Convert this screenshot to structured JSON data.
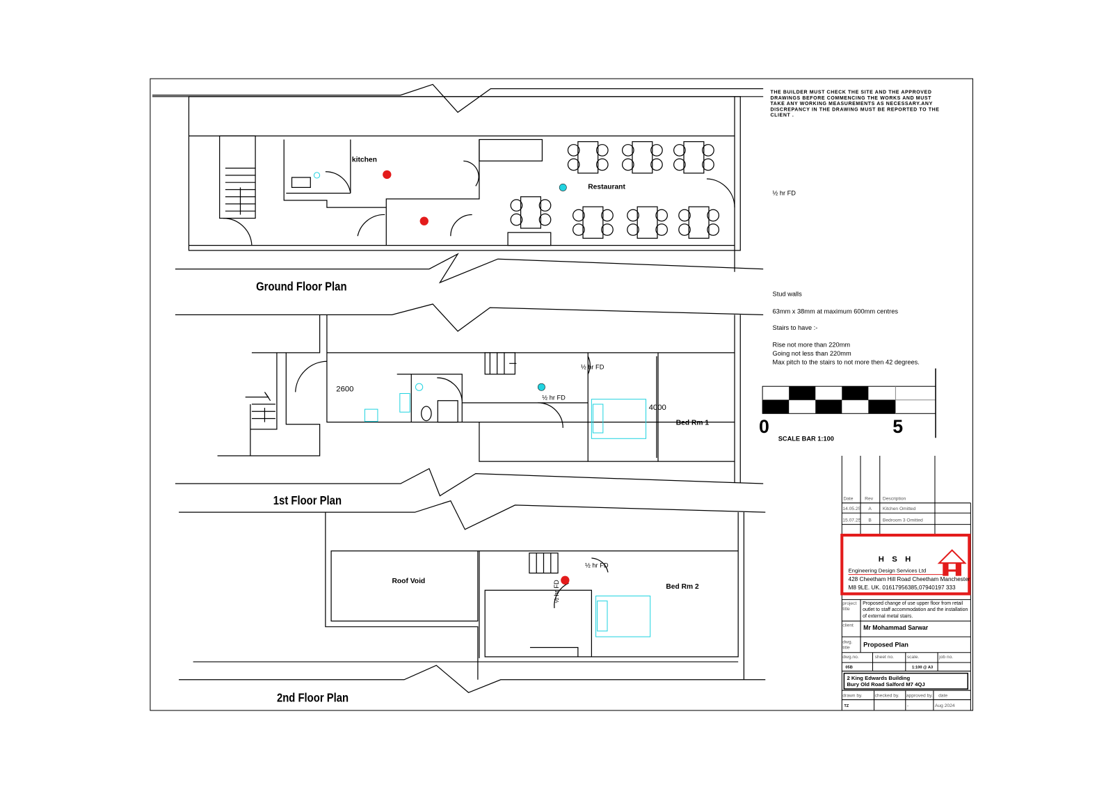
{
  "notes": {
    "builder_warning": [
      "THE BUILDER MUST CHECK THE SITE AND THE APPROVED",
      "DRAWINGS BEFORE COMMENCING THE WORKS AND MUST",
      "TAKE ANY WORKING MEASUREMENTS AS NECESSARY.ANY",
      "DISCREPANCY IN THE DRAWING MUST BE REPORTED TO THE",
      "CLIENT ."
    ],
    "stud_walls": "Stud walls",
    "stud_spec": "63mm x 38mm at maximum 600mm centres",
    "stairs_heading": "Stairs to have :-",
    "stairs_rise": "Rise not more than 220mm",
    "stairs_going": "Going not less than 220mm",
    "stairs_pitch": "Max pitch to the stairs to not more then 42 degrees."
  },
  "scale_bar": {
    "start": "0",
    "end": "5",
    "label": "SCALE BAR 1:100"
  },
  "ground_floor": {
    "title": "Ground Floor Plan",
    "kitchen": "kitchen",
    "restaurant": "Restaurant",
    "fire_door": "½ hr FD"
  },
  "first_floor": {
    "title": "1st Floor Plan",
    "dim_2600": "2600",
    "dim_4000": "4000",
    "bedroom": "Bed Rm 1",
    "fire_door_1": "½ hr FD",
    "fire_door_2": "½ hr FD"
  },
  "second_floor": {
    "title": "2nd Floor Plan",
    "roof_void": "Roof Void",
    "bedroom": "Bed Rm 2",
    "fire_door_1": "½ hr FD",
    "fire_door_2": "½ hr FD"
  },
  "title_block": {
    "rev_headers": {
      "date": "Date",
      "rev": "Rev",
      "description": "Description"
    },
    "revisions": [
      {
        "date": "14.05.25",
        "rev": "A",
        "description": "Kitchen Omitted"
      },
      {
        "date": "15.07.25",
        "rev": "B",
        "description": "Bedroom 3 Omitted"
      }
    ],
    "company": {
      "name": "H S H",
      "subtitle": "Engineering Design Services Ltd",
      "address1": "428 Cheetham Hill Road Cheetham Manchester",
      "address2": "M8 9LE. UK. 01617956385,07940197 333"
    },
    "project_label": [
      "project",
      "title"
    ],
    "project_title": [
      "Proposed change of use upper floor from retail",
      "outlet to staff accommodation and the installation",
      "of external  metal stairs."
    ],
    "client_label": "client",
    "client": "Mr Mohammad Sarwar",
    "dwg_title_label": [
      "dwg.",
      "title"
    ],
    "dwg_title": "Proposed  Plan",
    "dwg_no_label": "dwg.no.",
    "sheet_no_label": "sheet no.",
    "scale_label": "scale.",
    "job_no_label": "job no.",
    "dwg_no": "05B",
    "scale": "1:100 @ A3",
    "site_address": [
      "2 King Edwards Building",
      "Bury Old Road Salford M7 4QJ"
    ],
    "drawn_by_label": "drawn by.",
    "checked_by_label": "checked by.",
    "approved_by_label": "approved by.",
    "date_label": "date",
    "drawn_by": "TZ",
    "approved_by": "-",
    "date": "Aug 2024"
  },
  "colors": {
    "accent_red": "#e31b1b",
    "fixture_cyan": "#22d3e0",
    "smoke_detector_red": "#e31b1b"
  }
}
